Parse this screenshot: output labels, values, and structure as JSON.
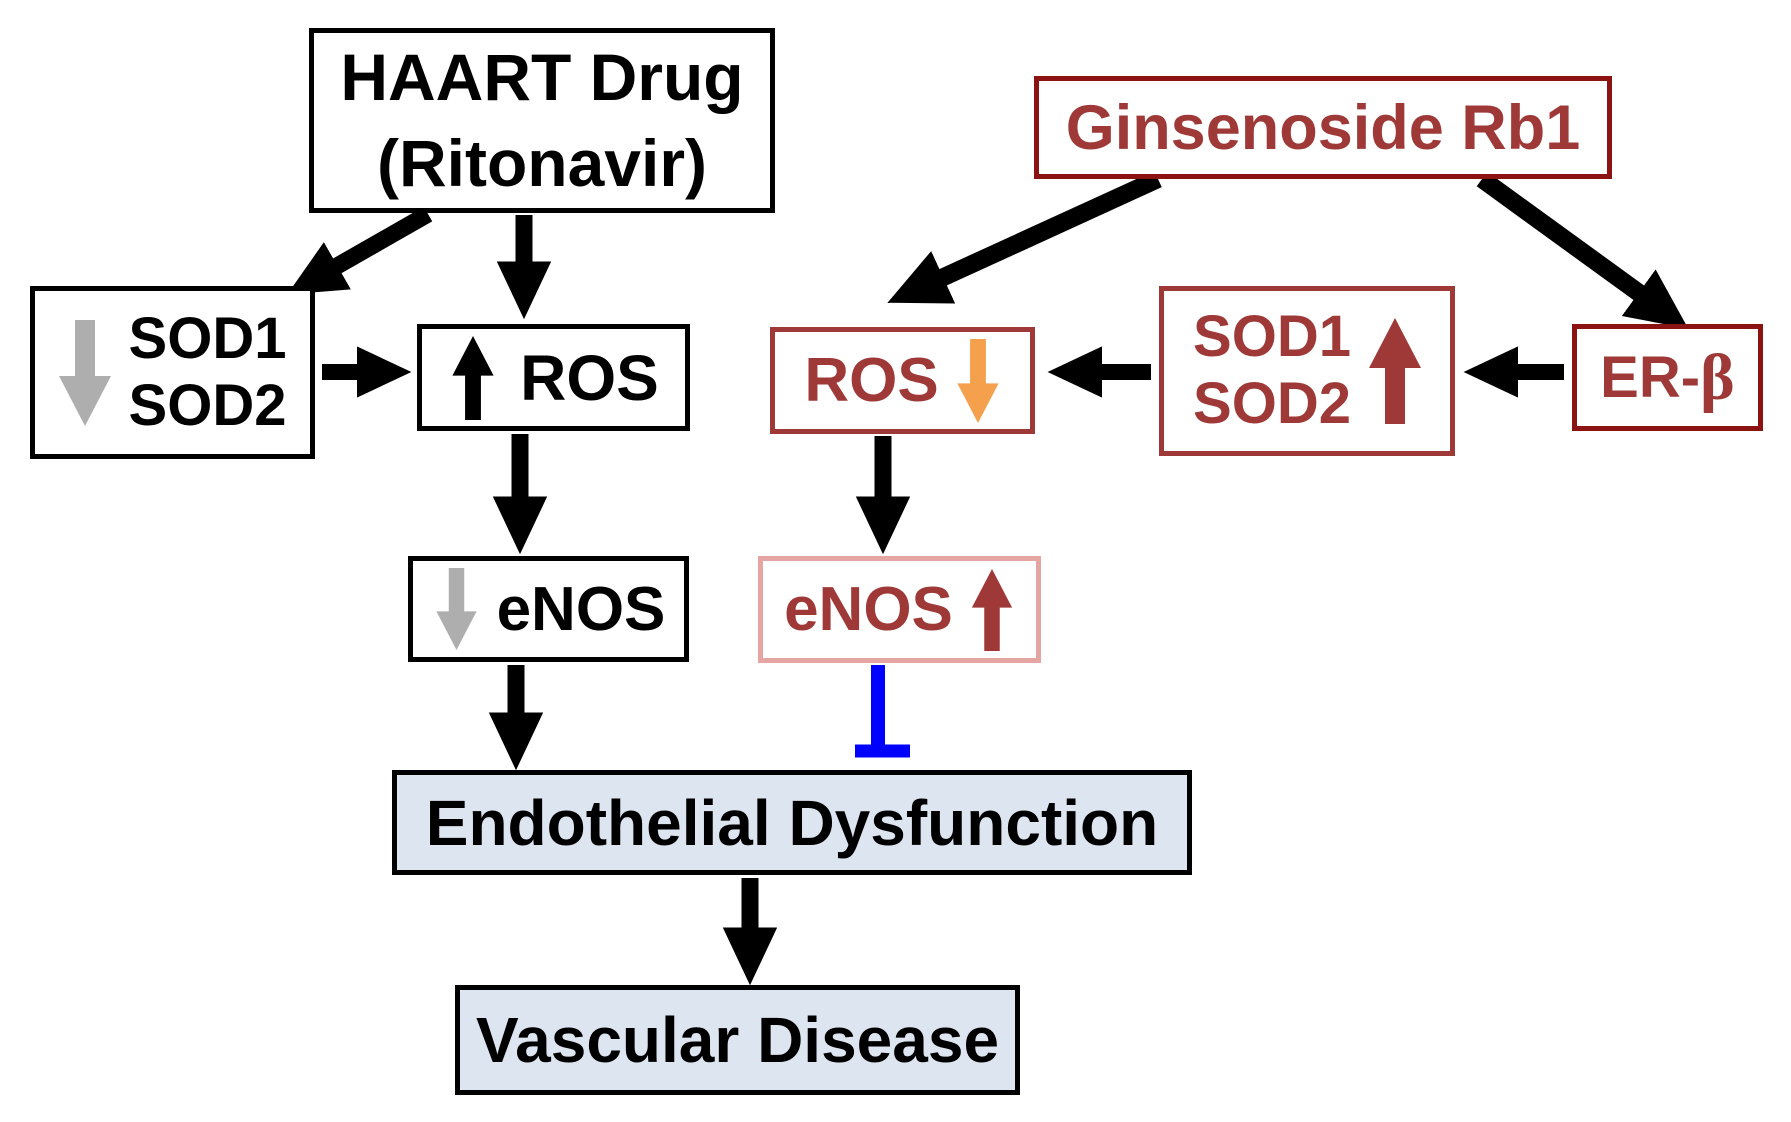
{
  "colors": {
    "black": "#000000",
    "dark_red": "#9E3937",
    "maroon_border": "#8B1412",
    "pink_border": "#E4A5A3",
    "orange": "#F5A04D",
    "gray": "#AEAEAE",
    "light_blue_fill": "#DDE5F1",
    "blue_inhibitor": "#0000FF"
  },
  "nodes": {
    "haart": {
      "line1": "HAART Drug",
      "line2": "(Ritonavir)"
    },
    "ginsenoside": {
      "label": "Ginsenoside Rb1"
    },
    "sod_decrease": {
      "line1": "SOD1",
      "line2": "SOD2",
      "icon": "gray-down-arrow"
    },
    "ros_increase": {
      "label": "ROS",
      "icon": "black-up-arrow"
    },
    "ros_decrease": {
      "label": "ROS",
      "icon": "orange-down-arrow"
    },
    "sod_increase": {
      "line1": "SOD1",
      "line2": "SOD2",
      "icon": "red-up-arrow"
    },
    "er_beta": {
      "prefix": "ER-",
      "beta": "β"
    },
    "enos_decrease": {
      "label": "eNOS",
      "icon": "gray-down-arrow"
    },
    "enos_increase": {
      "label": "eNOS",
      "icon": "red-up-arrow"
    },
    "endothelial": {
      "label": "Endothelial Dysfunction"
    },
    "vascular": {
      "label": "Vascular Disease"
    }
  },
  "edges": [
    {
      "from": "haart",
      "to": "sod_decrease",
      "type": "arrow",
      "color": "black"
    },
    {
      "from": "haart",
      "to": "ros_increase",
      "type": "arrow",
      "color": "black"
    },
    {
      "from": "sod_decrease",
      "to": "ros_increase",
      "type": "arrow",
      "color": "black"
    },
    {
      "from": "ros_increase",
      "to": "enos_decrease",
      "type": "arrow",
      "color": "black"
    },
    {
      "from": "enos_decrease",
      "to": "endothelial",
      "type": "arrow",
      "color": "black"
    },
    {
      "from": "endothelial",
      "to": "vascular",
      "type": "arrow",
      "color": "black"
    },
    {
      "from": "ginsenoside",
      "to": "ros_decrease",
      "type": "arrow",
      "color": "black"
    },
    {
      "from": "ginsenoside",
      "to": "er_beta",
      "type": "arrow",
      "color": "black"
    },
    {
      "from": "er_beta",
      "to": "sod_increase",
      "type": "arrow",
      "color": "black"
    },
    {
      "from": "sod_increase",
      "to": "ros_decrease",
      "type": "arrow",
      "color": "black"
    },
    {
      "from": "ros_decrease",
      "to": "enos_increase",
      "type": "arrow",
      "color": "black"
    },
    {
      "from": "enos_increase",
      "to": "endothelial",
      "type": "inhibit",
      "color": "blue"
    }
  ]
}
